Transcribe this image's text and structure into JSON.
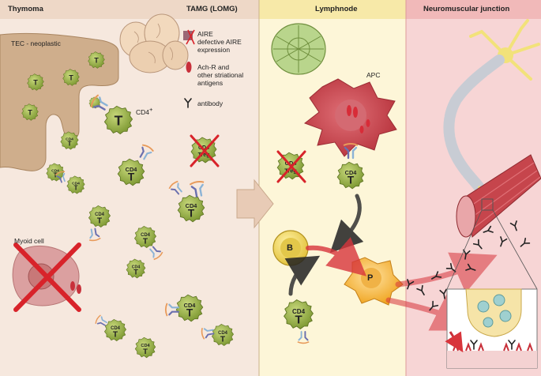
{
  "headers": {
    "thymoma": "Thymoma",
    "tamg": "TAMG (LOMG)",
    "lymphnode": "Lymphnode",
    "nmj": "Neuromuscular junction"
  },
  "labels": {
    "tec": "TEC - neoplastic",
    "myoid": "Myoid cell",
    "apc": "APC",
    "cd4_main": "CD4",
    "cd4_sup": "+"
  },
  "legend": {
    "aire_a": "AIRE",
    "aire_b": "defective AIRE",
    "aire_c": "expression",
    "achr_a": "Ach-R and",
    "achr_b": "other striational",
    "achr_c": "antigens",
    "antibody": "antibody"
  },
  "cells": {
    "t": "T",
    "cd4": "CD4",
    "plus": "+",
    "treg": "Treg",
    "b": "B",
    "p": "P"
  },
  "colors": {
    "thymoma_bg": "#f6e8de",
    "lymph_bg": "#fdf6d8",
    "nmj_bg": "#f7d5d5",
    "header_thymoma": "#eed8c7",
    "header_lymph": "#f7e9a8",
    "header_nmj": "#f1b9b9",
    "tcell": "#8aa03c",
    "tec": "#cfae8c",
    "apc": "#c8424b",
    "cross": "#d8232a"
  },
  "icons": [
    "thymus-organ-icon",
    "lymph-node-icon",
    "neuron-icon",
    "muscle-fiber-icon",
    "antibody-icon",
    "cross-mark-icon"
  ]
}
